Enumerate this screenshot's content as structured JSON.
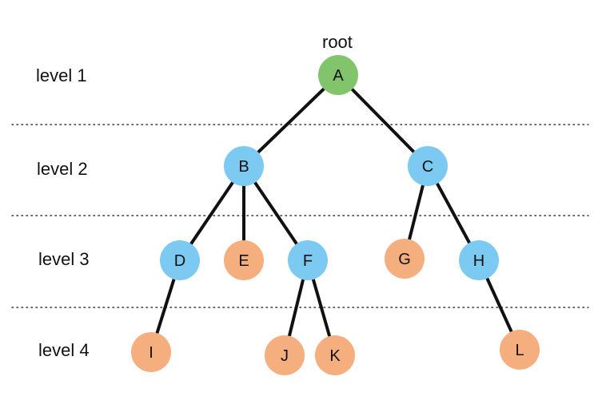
{
  "levels": [
    "level 1",
    "level 2",
    "level 3",
    "level 4"
  ],
  "root_label": "root",
  "colors": {
    "root": "#82c46c",
    "internal": "#7ccaf2",
    "leaf": "#f5ae7e",
    "edge": "#111111",
    "separator": "#333333"
  },
  "nodes": [
    {
      "id": "A",
      "kind": "root"
    },
    {
      "id": "B",
      "kind": "internal"
    },
    {
      "id": "C",
      "kind": "internal"
    },
    {
      "id": "D",
      "kind": "internal"
    },
    {
      "id": "E",
      "kind": "leaf"
    },
    {
      "id": "F",
      "kind": "internal"
    },
    {
      "id": "G",
      "kind": "leaf"
    },
    {
      "id": "H",
      "kind": "internal"
    },
    {
      "id": "I",
      "kind": "leaf"
    },
    {
      "id": "J",
      "kind": "leaf"
    },
    {
      "id": "K",
      "kind": "leaf"
    },
    {
      "id": "L",
      "kind": "leaf"
    }
  ],
  "edges": [
    [
      "A",
      "B"
    ],
    [
      "A",
      "C"
    ],
    [
      "B",
      "D"
    ],
    [
      "B",
      "E"
    ],
    [
      "B",
      "F"
    ],
    [
      "C",
      "G"
    ],
    [
      "C",
      "H"
    ],
    [
      "D",
      "I"
    ],
    [
      "F",
      "J"
    ],
    [
      "F",
      "K"
    ],
    [
      "H",
      "L"
    ]
  ]
}
